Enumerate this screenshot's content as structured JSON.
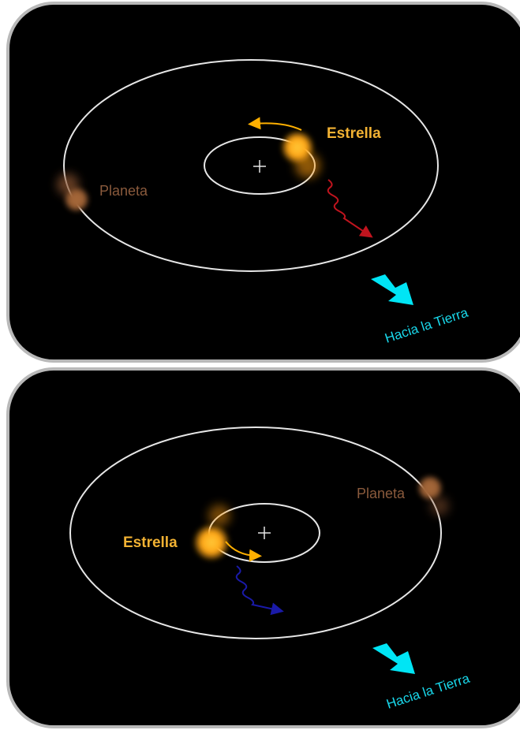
{
  "panels": [
    {
      "id": "top",
      "star_label": "Estrella",
      "planet_label": "Planeta",
      "earth_label": "Hacia la Tierra",
      "wave_color": "#c0141e",
      "wave_meaning": "redshift"
    },
    {
      "id": "bottom",
      "star_label": "Estrella",
      "planet_label": "Planeta",
      "earth_label": "Hacia la Tierra",
      "wave_color": "#1a1aa8",
      "wave_meaning": "blueshift"
    }
  ],
  "colors": {
    "background": "#000000",
    "frame": "#b9b9b9",
    "orbit": "#e6e6e6",
    "star": "#ffb21f",
    "star_label": "#f2b233",
    "planet": "#a5683a",
    "planet_label": "#8a5a3c",
    "motion_arrow": "#ffb000",
    "earth_arrow": "#00e5f5",
    "earth_label": "#19d9ec"
  },
  "icons": {
    "center_of_mass": "plus-icon",
    "earth_direction": "arrow-down-right-icon",
    "light_wave": "wavy-arrow-icon"
  }
}
